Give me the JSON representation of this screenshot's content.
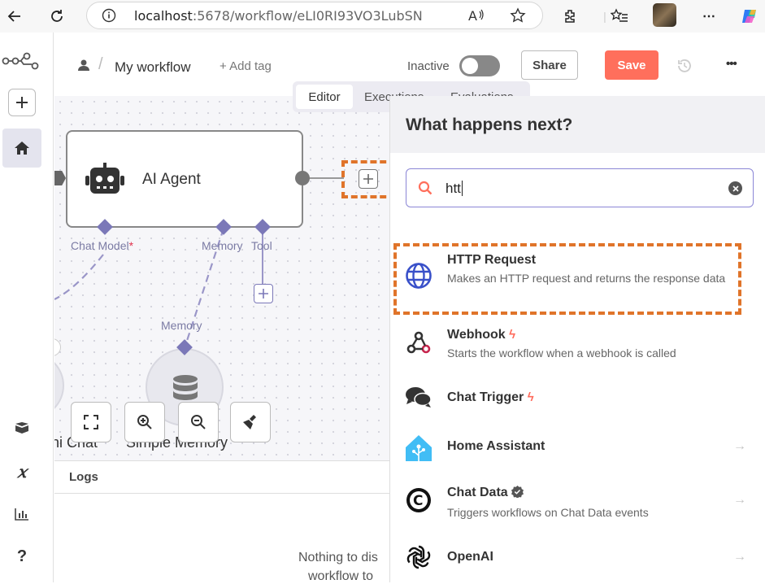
{
  "browser": {
    "url_host": "localhost",
    "url_path": ":5678/workflow/eLI0RI93VO3LubSN"
  },
  "header": {
    "breadcrumb": "My workflow",
    "add_tag": "+ Add tag",
    "inactive_label": "Inactive",
    "share_label": "Share",
    "save_label": "Save",
    "more_label": "•••"
  },
  "tabs": {
    "editor": "Editor",
    "executions": "Executions",
    "evaluations": "Evaluations"
  },
  "canvas": {
    "agent_label": "AI Agent",
    "chat_model_label": "Chat Model",
    "required_mark": "*",
    "memory_label": "Memory",
    "tool_label": "Tool",
    "memory_node_label": "Memory",
    "simple_memory_label": "Simple Memory",
    "chat_label": "ni Chat"
  },
  "logs": {
    "title": "Logs",
    "empty_line1": "Nothing to dis",
    "empty_line2": "workflow to"
  },
  "panel": {
    "title": "What happens next?",
    "search_value": "htt",
    "items": [
      {
        "title": "HTTP Request",
        "desc": "Makes an HTTP request and returns the response data",
        "icon": "globe-icon"
      },
      {
        "title": "Webhook",
        "desc": "Starts the workflow when a webhook is called",
        "icon": "webhook-icon",
        "badge": "bolt"
      },
      {
        "title": "Chat Trigger",
        "desc": "",
        "icon": "chat-bubbles-icon",
        "badge": "bolt"
      },
      {
        "title": "Home Assistant",
        "desc": "",
        "icon": "home-assistant-icon"
      },
      {
        "title": "Chat Data",
        "desc": "Triggers workflows on Chat Data events",
        "icon": "chat-data-icon",
        "badge": "verified"
      },
      {
        "title": "OpenAI",
        "desc": "",
        "icon": "openai-icon"
      }
    ]
  },
  "colors": {
    "accent": "#8b86d6",
    "save": "#ff6f5c",
    "highlight": "#e0742a",
    "bolt": "#ff6b5c",
    "home": "#41bdf5"
  }
}
